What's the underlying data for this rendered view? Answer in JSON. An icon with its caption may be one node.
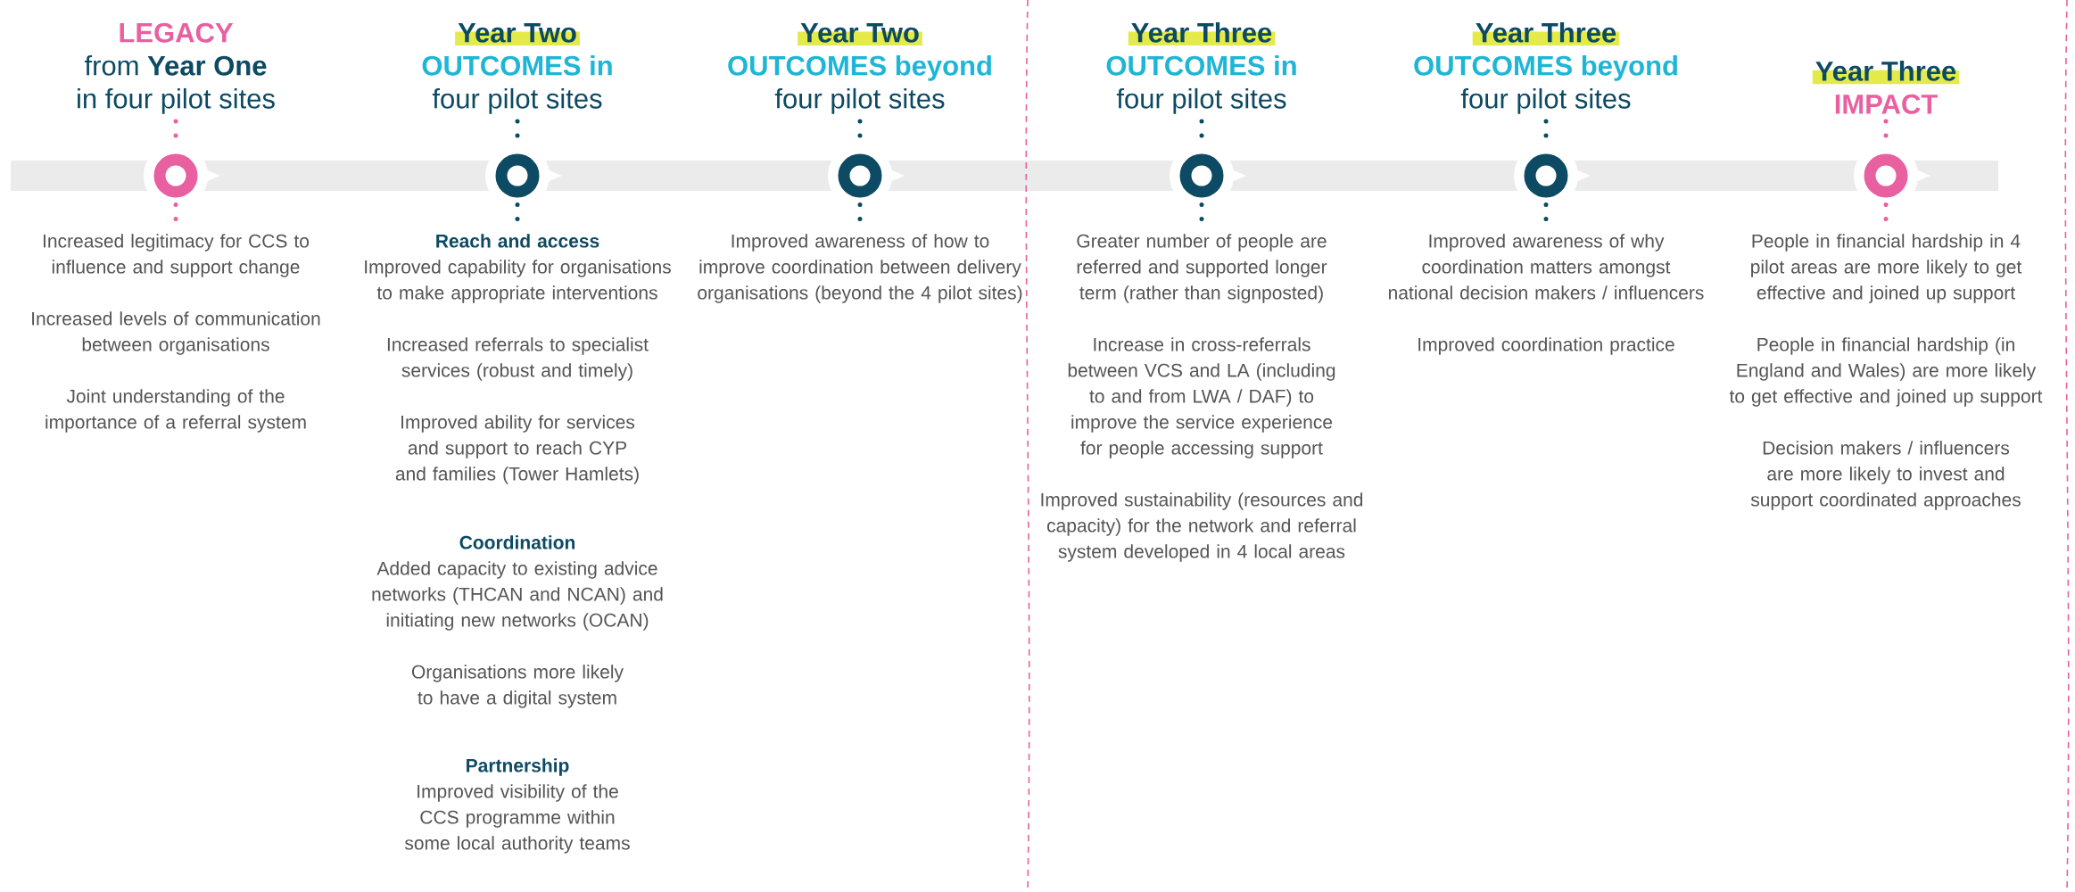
{
  "diagram": {
    "nodes": [
      {
        "text": [
          "LEGACY",
          "from **Year One**",
          "in four pilot sites"
        ]
      },
      {
        "text": [],
        "shape": "circle"
      },
      {
        "text": [
          "Increased legitimacy for CCS to influence and support change",
          "Increased levels of communication between organisations",
          "Joint understanding of the importance of a referral system"
        ]
      },
      {
        "text": [
          "Year Two",
          "OUTCOMES in",
          "four pilot sites"
        ]
      },
      {
        "text": [],
        "shape": "circle"
      },
      {
        "text": [
          "Reach and access",
          "Improved capability for organisations to make appropriate interventions",
          "Increased referrals to specialist services (robust and timely)",
          "Improved ability for services and support to reach CYP and families (Tower Hamlets)"
        ]
      },
      {
        "text": [
          "Coordination",
          "Added capacity to existing advice networks (THCAN and NCAN) and initiating new networks (OCAN)",
          "Organisations more likely to have a digital system"
        ]
      },
      {
        "text": [
          "Partnership",
          "Improved visibility of the CCS programme within some local authority teams"
        ]
      },
      {
        "text": [
          "Year Two",
          "OUTCOMES beyond",
          "four pilot sites"
        ]
      },
      {
        "text": [],
        "shape": "circle"
      },
      {
        "text": [
          "Improved awareness of how to improve coordination between delivery organisations (beyond the 4 pilot sites)"
        ]
      },
      {
        "text": [
          "Year Three",
          "OUTCOMES in",
          "four pilot sites"
        ]
      },
      {
        "text": [],
        "shape": "circle"
      },
      {
        "text": [
          "Greater number of people are referred and supported longer term (rather than signposted)",
          "Increase in cross-referrals between VCS and LA (including to and from LWA / DAF) to improve the service experience for people accessing support",
          "Improved sustainability (resources and capacity) for the network and referral system developed in 4 local areas"
        ]
      },
      {
        "text": [
          "Year Three",
          "OUTCOMES beyond",
          "four pilot sites"
        ]
      },
      {
        "text": [],
        "shape": "circle"
      },
      {
        "text": [
          "Improved awareness of why coordination matters amongst national decision makers / influencers",
          "Improved coordination practice"
        ]
      },
      {
        "text": [
          "Year Three",
          "IMPACT"
        ]
      },
      {
        "text": [],
        "shape": "circle"
      },
      {
        "text": [
          "People in financial hardship in 4 pilot areas are more likely to get effective and joined up support",
          "People in financial hardship (in England and Wales) are more likely to get effective and joined up support",
          "Decision makers / influencers are more likely to invest and support coordinated approaches"
        ]
      }
    ],
    "edges": [
      {
        "from": 0,
        "to": 1,
        "arrow": "none",
        "color": "#e8609f"
      },
      {
        "from": 1,
        "to": 2,
        "arrow": "none",
        "color": "#e8609f"
      },
      {
        "from": 3,
        "to": 4,
        "arrow": "none"
      },
      {
        "from": 4,
        "to": 5,
        "arrow": "none"
      },
      {
        "from": 8,
        "to": 9,
        "arrow": "none"
      },
      {
        "from": 9,
        "to": 10,
        "arrow": "none"
      },
      {
        "from": 11,
        "to": 12,
        "arrow": "none"
      },
      {
        "from": 12,
        "to": 13,
        "arrow": "none"
      },
      {
        "from": 14,
        "to": 15,
        "arrow": "none"
      },
      {
        "from": 15,
        "to": 16,
        "arrow": "none"
      },
      {
        "from": 17,
        "to": 18,
        "arrow": "none",
        "color": "#e8609f"
      },
      {
        "from": 18,
        "to": 19,
        "arrow": "none",
        "color": "#e8609f"
      }
    ]
  }
}
